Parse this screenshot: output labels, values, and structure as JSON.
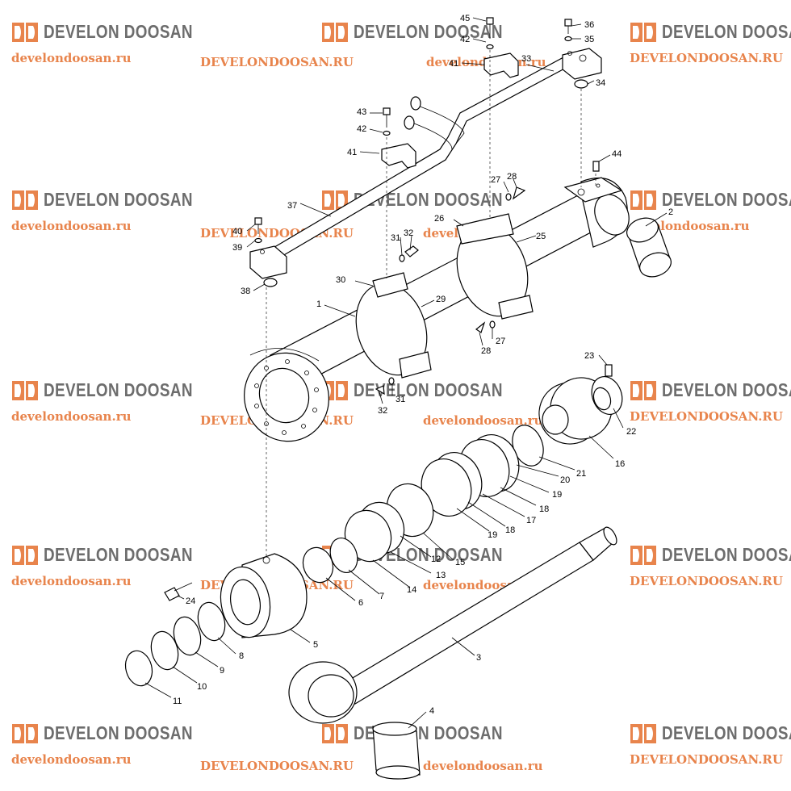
{
  "watermark": {
    "brand": "DEVELON DOOSAN",
    "site_lower": "develondoosan.ru",
    "site_upper": "DEVELONDOOSAN.RU",
    "logo_color": "#e8844c",
    "brand_color": "#6d6d6d"
  },
  "callouts": {
    "n1": "1",
    "n2": "2",
    "n3": "3",
    "n4": "4",
    "n5": "5",
    "n6": "6",
    "n7": "7",
    "n8": "8",
    "n9": "9",
    "n10": "10",
    "n11": "11",
    "n12": "12",
    "n13": "13",
    "n14": "14",
    "n15": "15",
    "n16": "16",
    "n17": "17",
    "n18a": "18",
    "n18b": "18",
    "n19a": "19",
    "n19b": "19",
    "n20": "20",
    "n21": "21",
    "n22": "22",
    "n23": "23",
    "n24": "24",
    "n25": "25",
    "n26": "26",
    "n27a": "27",
    "n27b": "27",
    "n28a": "28",
    "n28b": "28",
    "n29": "29",
    "n30": "30",
    "n31a": "31",
    "n31b": "31",
    "n32a": "32",
    "n32b": "32",
    "n33": "33",
    "n34": "34",
    "n35": "35",
    "n36": "36",
    "n37": "37",
    "n38": "38",
    "n39": "39",
    "n40": "40",
    "n41a": "41",
    "n41b": "41",
    "n42a": "42",
    "n42b": "42",
    "n43": "43",
    "n44": "44",
    "n45": "45"
  }
}
